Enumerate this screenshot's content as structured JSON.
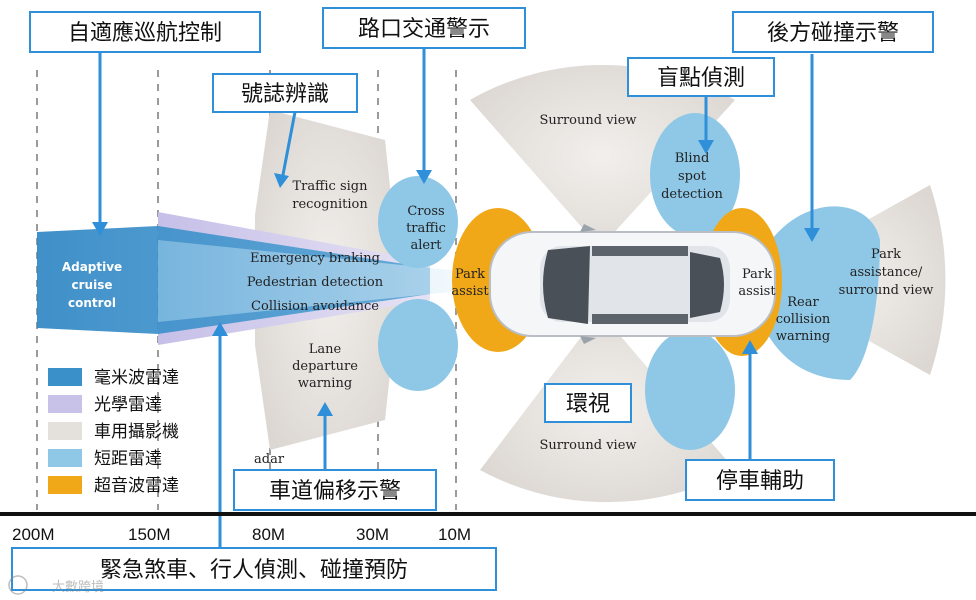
{
  "callouts": {
    "acc": "自適應巡航控制",
    "cross_traffic": "路口交通警示",
    "rear_warning": "後方碰撞示警",
    "blind_spot": "盲點偵測",
    "traffic_sign": "號誌辨識",
    "lane_departure": "車道偏移示警",
    "parking": "停車輔助",
    "emergency": "緊急煞車、行人偵測、碰撞預防",
    "surround": "環視"
  },
  "zones": {
    "adaptive": [
      "Adaptive",
      "cruise",
      "control"
    ],
    "traffic_sign": [
      "Traffic sign",
      "recognition"
    ],
    "emergency": [
      "Emergency braking",
      "Pedestrian detection",
      "Collision avoidance"
    ],
    "lane": [
      "Lane",
      "departure",
      "warning"
    ],
    "cross_traffic": [
      "Cross",
      "traffic",
      "alert"
    ],
    "surround_top": "Surround view",
    "surround_bottom": "Surround view",
    "blind_spot": [
      "Blind",
      "spot",
      "detection"
    ],
    "park_front": [
      "Park",
      "assist"
    ],
    "park_rear": [
      "Park",
      "assist"
    ],
    "rear_collision": [
      "Rear",
      "collision",
      "warning"
    ],
    "park_surround": [
      "Park",
      "assistance/",
      "surround view"
    ],
    "adar_fragment": "adar"
  },
  "legend": [
    {
      "label": "毫米波雷達",
      "color": "#3a90c8"
    },
    {
      "label": "光學雷達",
      "color": "#c8c2e8"
    },
    {
      "label": "車用攝影機",
      "color": "#e4e0dc"
    },
    {
      "label": "短距雷達",
      "color": "#8ec8e6"
    },
    {
      "label": "超音波雷達",
      "color": "#f0a818"
    }
  ],
  "distances": [
    "200M",
    "150M",
    "80M",
    "30M",
    "10M"
  ],
  "watermark": "大數跨境",
  "colors": {
    "accent": "#2f8fd8",
    "radar": "#3a90c8",
    "ultrasonic": "#f0a818"
  }
}
